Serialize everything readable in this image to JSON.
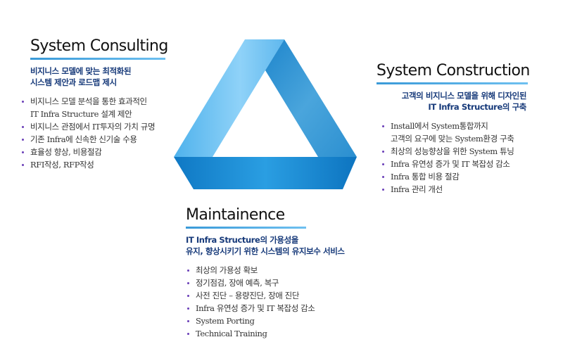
{
  "consulting": {
    "title": "System Consulting",
    "subtitle": [
      "비지니스 모델에 맞는 최적화된",
      "시스템 제안과 로드맵 제시"
    ],
    "items": [
      [
        "비지니스 모델 분석을 통한 효과적인",
        "IT Infra Structure 설계 제안"
      ],
      [
        "비지니스 관점에서 IT투자의 가치 규명"
      ],
      [
        "기존 Infra에 신속한 신기술 수용"
      ],
      [
        "효율성 향상, 비용절감"
      ],
      [
        "RFI작성, RFP작성"
      ]
    ]
  },
  "construction": {
    "title": "System Construction",
    "subtitle": [
      "고객의 비지니스 모델을 위해 디자인된",
      "IT Infra Structure의 구축"
    ],
    "items": [
      [
        "Install에서 System통합까지",
        "고객의 요구에 맞는 System환경 구축"
      ],
      [
        "최상의 성능향상을 위한 System 튜닝"
      ],
      [
        "Infra 유연성 증가 및 IT 복잡성 감소"
      ],
      [
        "Infra 통합 비용 절감"
      ],
      [
        "Infra 관리 개선"
      ]
    ]
  },
  "maintenance": {
    "title": "Maintainence",
    "subtitle": [
      "IT Infra Structure의 가용성을",
      "유지, 향상시키기 위한 시스템의 유지보수 서비스"
    ],
    "items": [
      [
        "최상의 가용성 확보"
      ],
      [
        "정기점검, 장애 예측, 복구"
      ],
      [
        "사전 진단 – 용량진단, 장애 진단"
      ],
      [
        "Infra 유연성 증가 및 IT 복잡성 감소"
      ],
      [
        "System Porting"
      ],
      [
        "Technical Training"
      ]
    ]
  },
  "colors": {
    "accent": "#3a9ad8",
    "subtitle": "#173a7a",
    "bullet": "#6a3fb8"
  }
}
